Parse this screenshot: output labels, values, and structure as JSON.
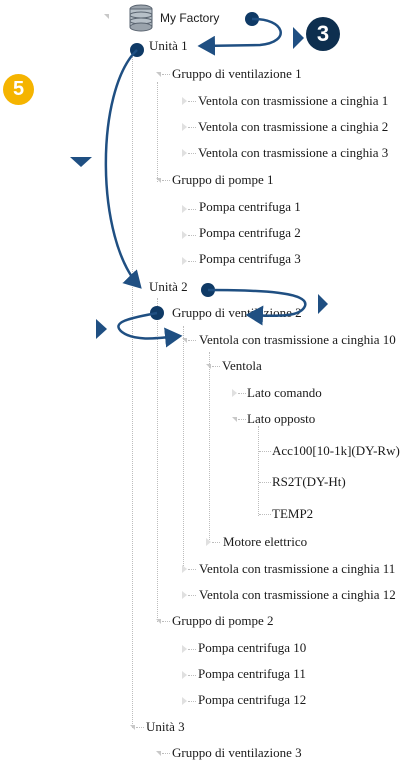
{
  "tree": {
    "root": "My Factory",
    "nodes": [
      "Unità 1",
      "Gruppo di ventilazione 1",
      "Ventola con trasmissione a cinghia 1",
      "Ventola con trasmissione a cinghia 2",
      "Ventola con trasmissione a cinghia 3",
      "Gruppo di pompe 1",
      "Pompa centrifuga 1",
      "Pompa centrifuga 2",
      "Pompa centrifuga 3",
      "Unità 2",
      "Gruppo di ventilazione 2",
      "Ventola con trasmissione a cinghia 10",
      "Ventola",
      "Lato comando",
      "Lato opposto",
      "Acc100[10-1k](DY-Rw)",
      "RS2T(DY-Ht)",
      "TEMP2",
      "Motore elettrico",
      "Ventola con trasmissione a cinghia 11",
      "Ventola con trasmissione a cinghia 12",
      "Gruppo di pompe 2",
      "Pompa centrifuga 10",
      "Pompa centrifuga 11",
      "Pompa centrifuga 12",
      "Unità 3",
      "Gruppo di ventilazione 3"
    ]
  },
  "badges": {
    "step3": "3",
    "step5": "5",
    "step3_color": "#0e2f4f",
    "step5_color": "#f5b400"
  },
  "colors": {
    "annotation": "#1f4f82",
    "text": "#1a1a1a"
  }
}
